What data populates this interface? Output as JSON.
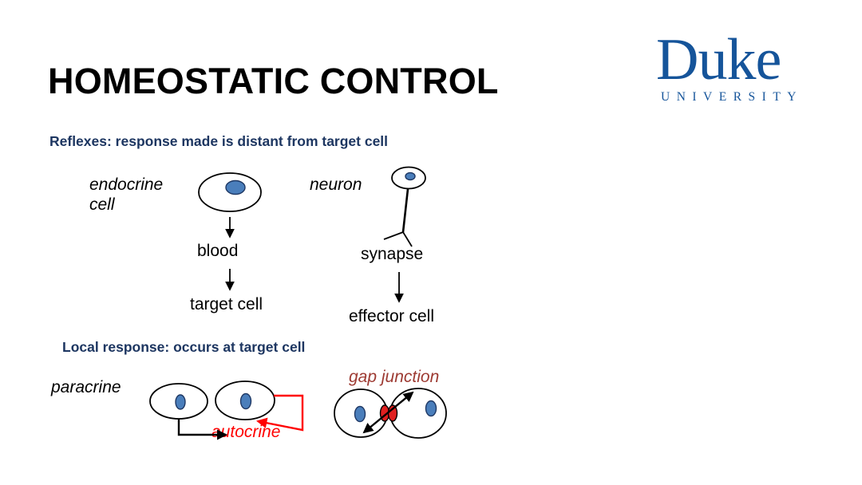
{
  "slide": {
    "title": "HOMEOSTATIC CONTROL",
    "background_color": "#FFFFFF",
    "title_color": "#000000"
  },
  "logo": {
    "wordmark": "Duke",
    "subtext": "UNIVERSITY",
    "color": "#15549A",
    "name": "duke-university-logo"
  },
  "sections": {
    "reflexes": {
      "heading": "Reflexes: response made is distant from target cell",
      "heading_color": "#1D3661",
      "endocrine_pathway": {
        "cell_label": "endocrine\ncell",
        "cell_label_line1": "endocrine",
        "cell_label_line2": "cell",
        "step_1": "blood",
        "step_2": "target cell"
      },
      "neuron_pathway": {
        "cell_label": "neuron",
        "step_1": "synapse",
        "step_2": "effector cell"
      }
    },
    "local_response": {
      "heading": "Local response: occurs at target cell",
      "heading_color": "#1D3661",
      "paracrine_label": "paracrine",
      "autocrine_label": "autocrine",
      "autocrine_color": "#FF0000",
      "gap_junction_label": "gap junction",
      "gap_junction_color": "#9D3A32"
    }
  },
  "palette": {
    "nucleus_fill": "#4A7EBB",
    "nucleus_stroke": "#1F3864",
    "gap_junction_fill": "#E02020",
    "outline": "#000000"
  }
}
